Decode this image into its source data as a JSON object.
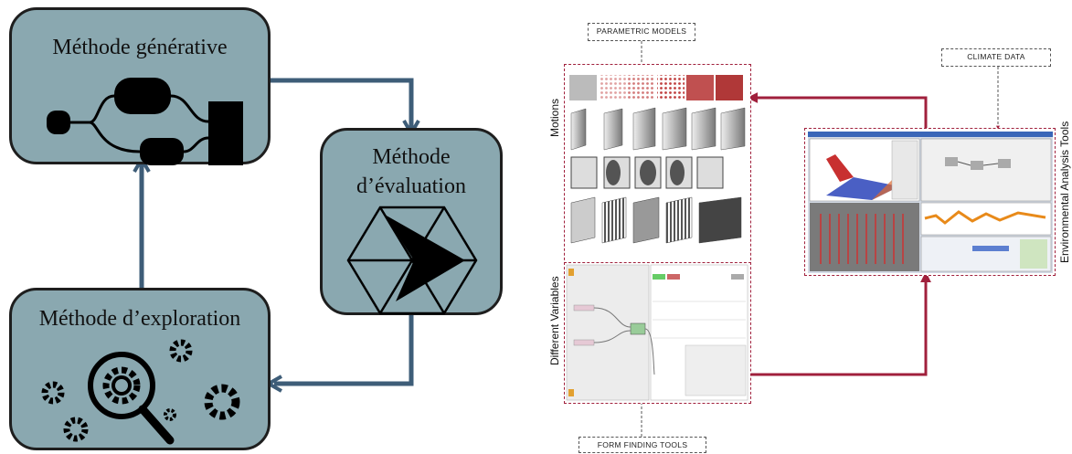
{
  "left_diagram": {
    "generative_title": "Méthode générative",
    "evaluation_title_line1": "Méthode",
    "evaluation_title_line2": "d’évaluation",
    "exploration_title": "Méthode d’exploration",
    "box_color": "#8aa8b0",
    "arrow_color": "#3e5d78"
  },
  "right_diagram": {
    "parametric_models": "PARAMETRIC MODELS",
    "climate_data": "CLIMATE DATA",
    "form_finding_tools": "FORM FINDING TOOLS",
    "motions": "Motions",
    "different_variables": "Different Variables",
    "environmental_analysis_tools": "Environmental Analysis Tools",
    "arrow_color": "#a0203c"
  }
}
